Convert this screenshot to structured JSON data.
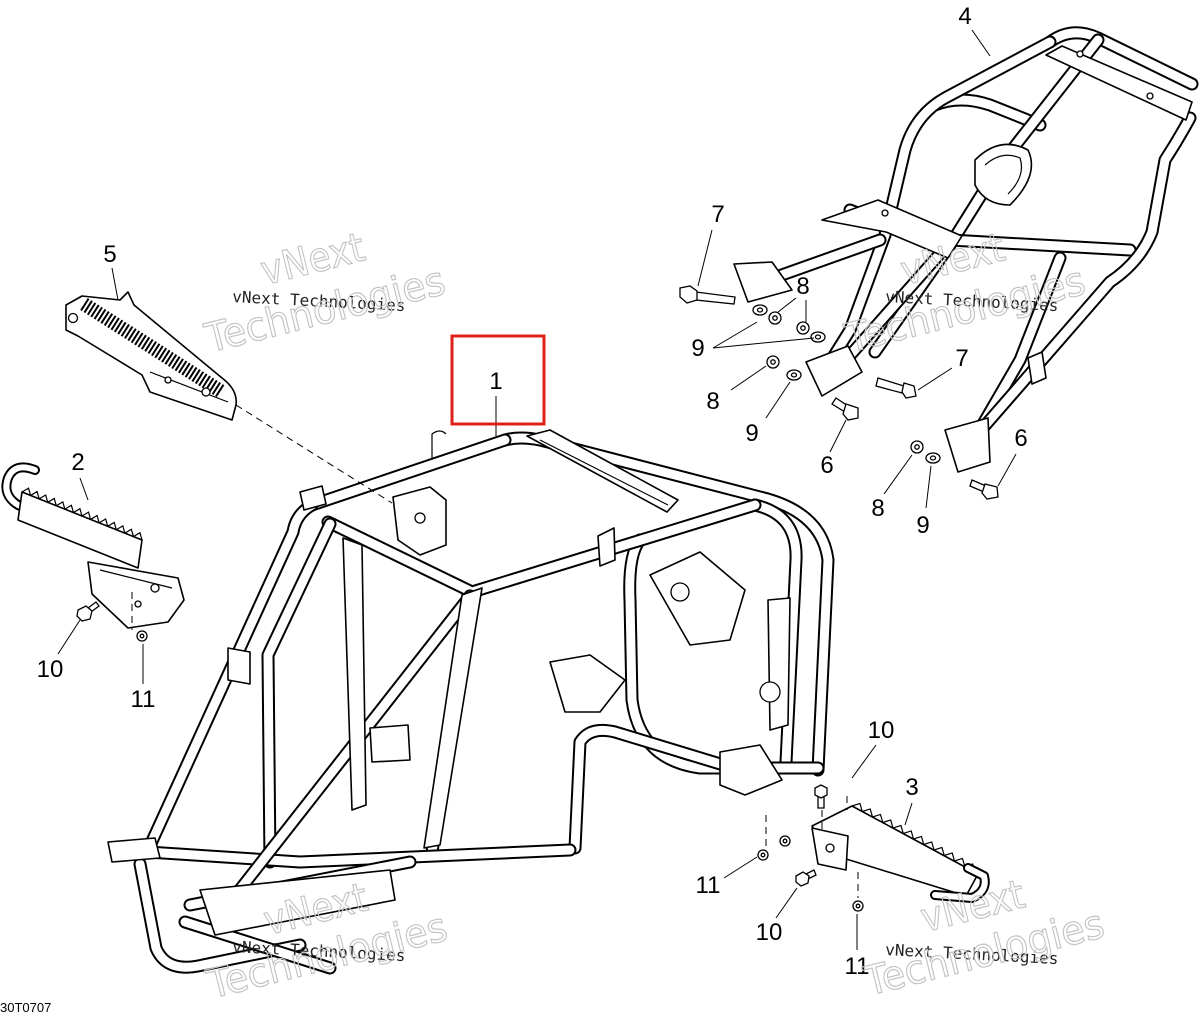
{
  "diagram": {
    "code": "30T0707"
  },
  "callouts": [
    {
      "label": "4"
    },
    {
      "label": "7"
    },
    {
      "label": "5"
    },
    {
      "label": "8"
    },
    {
      "label": "9"
    },
    {
      "label": "7"
    },
    {
      "label": "1"
    },
    {
      "label": "8"
    },
    {
      "label": "9"
    },
    {
      "label": "6"
    },
    {
      "label": "6"
    },
    {
      "label": "2"
    },
    {
      "label": "8"
    },
    {
      "label": "9"
    },
    {
      "label": "10"
    },
    {
      "label": "11"
    },
    {
      "label": "10"
    },
    {
      "label": "3"
    },
    {
      "label": "11"
    },
    {
      "label": "10"
    },
    {
      "label": "11"
    }
  ],
  "watermark": {
    "text": "vNext Technologies",
    "logo_line1": "vNext",
    "logo_line2": "Technologies"
  },
  "colors": {
    "highlight": "#e0201b",
    "line": "#000000",
    "watermark": "#c4c4c4"
  }
}
